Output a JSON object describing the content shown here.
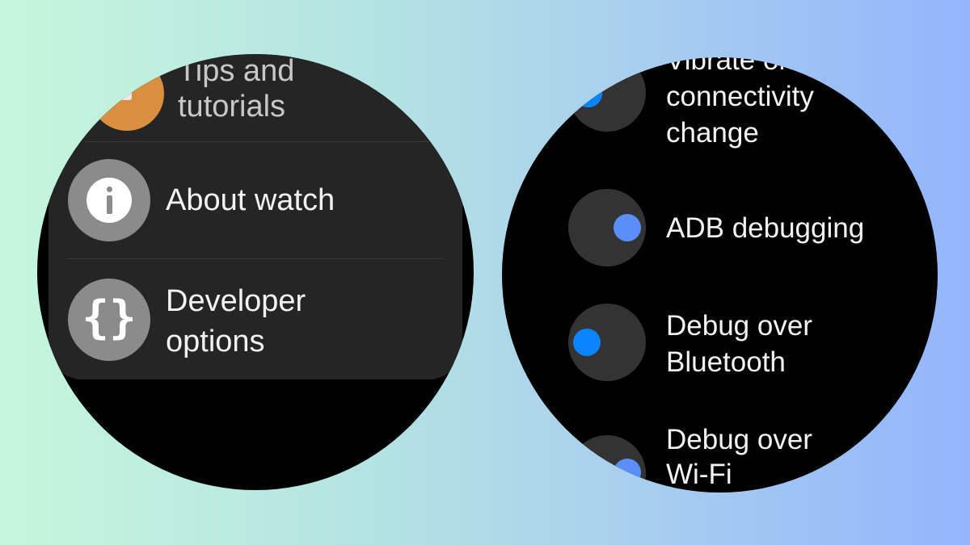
{
  "left_screen": {
    "items": [
      {
        "label_line1": "Tips and",
        "label_line2": "tutorials",
        "icon": "lightbulb-icon",
        "icon_color": "#d98f3f"
      },
      {
        "label": "About watch",
        "icon": "info-icon",
        "icon_color": "#8b8b8b"
      },
      {
        "label_line1": "Developer",
        "label_line2": "options",
        "icon": "code-braces-icon",
        "icon_color": "#8b8b8b"
      }
    ]
  },
  "right_screen": {
    "toggles": [
      {
        "label_line1": "Vibrate on",
        "label_line2": "connectivity",
        "label_line3": "change",
        "state": "off"
      },
      {
        "label": "ADB debugging",
        "state": "on"
      },
      {
        "label_line1": "Debug over",
        "label_line2": "Bluetooth",
        "state": "off"
      },
      {
        "label_line1": "Debug over",
        "label_line2": "Wi-Fi",
        "state": "on"
      }
    ],
    "colors": {
      "toggle_on": "#5b8ff7",
      "toggle_off_dot": "#0a84ff",
      "track": "#333333"
    }
  }
}
